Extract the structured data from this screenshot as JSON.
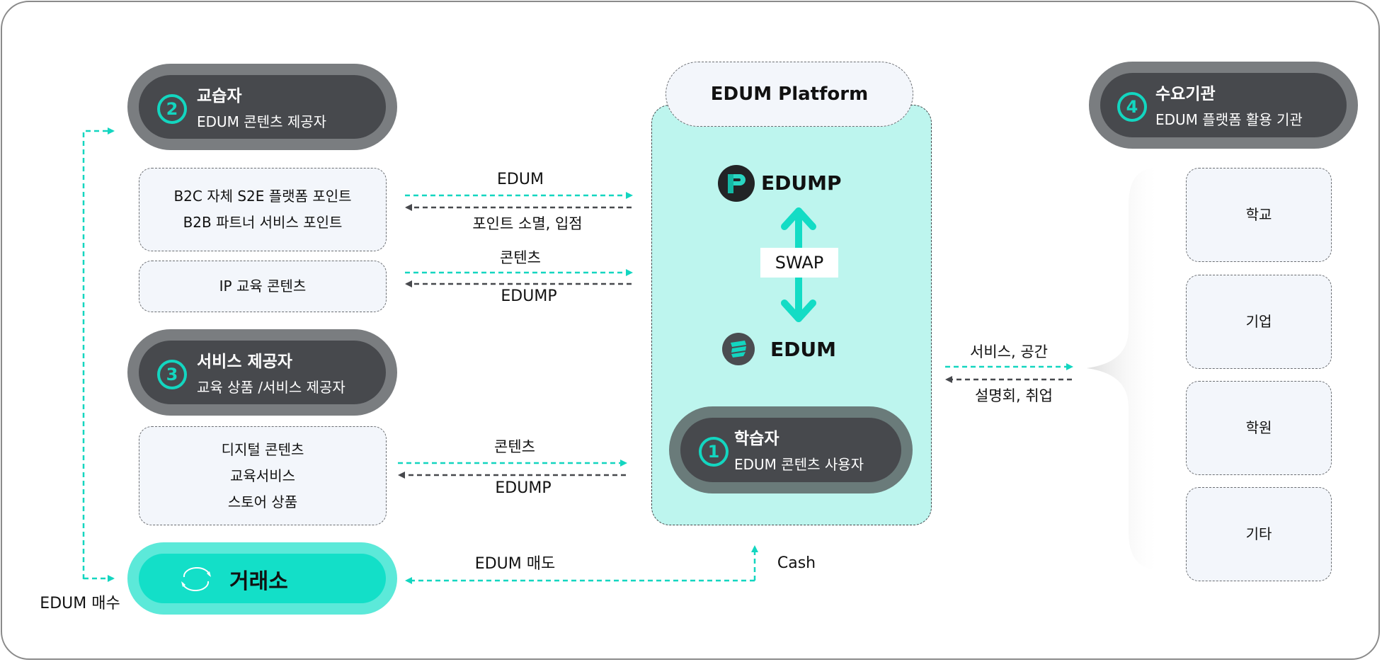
{
  "colors": {
    "accent": "#13d6c0",
    "dark_pill": "#47494d",
    "pill_ring": "#7a7d80",
    "platform_bg": "#bdf5ee",
    "box_bg": "#f3f6fb",
    "exchange": "#13dfc8"
  },
  "roles": {
    "learner": {
      "number": "1",
      "title": "학습자",
      "subtitle": "EDUM 콘텐츠 사용자"
    },
    "instructor": {
      "number": "2",
      "title": "교습자",
      "subtitle": "EDUM 콘텐츠 제공자"
    },
    "service_provider": {
      "number": "3",
      "title": "서비스 제공자",
      "subtitle": "교육 상품 /서비스 제공자"
    },
    "demand_org": {
      "number": "4",
      "title": "수요기관",
      "subtitle": "EDUM 플랫폼 활용 기관"
    }
  },
  "instructor_boxes": [
    {
      "lines": [
        "B2C 자체 S2E 플랫폼 포인트",
        "B2B 파트너 서비스 포인트"
      ]
    },
    {
      "lines": [
        "IP 교육 콘텐츠"
      ]
    }
  ],
  "provider_box": {
    "lines": [
      "디지털 콘텐츠",
      "교육서비스",
      "스토어 상품"
    ]
  },
  "platform": {
    "title": "EDUM Platform",
    "token_p": {
      "label": "EDUMP",
      "icon": "edump-logo-icon"
    },
    "swap_label": "SWAP",
    "token": {
      "label": "EDUM",
      "icon": "edum-logo-icon"
    }
  },
  "flows": {
    "points": {
      "to_platform": "EDUM",
      "from_platform": "포인트 소멸, 입점"
    },
    "ip": {
      "to_platform": "콘텐츠",
      "from_platform": "EDUMP"
    },
    "provider": {
      "to_platform": "콘텐츠",
      "from_platform": "EDUMP"
    },
    "demand": {
      "to_orgs": "서비스, 공간",
      "from_orgs": "설명회, 취업"
    },
    "exchange_sell": "EDUM 매도",
    "cash": "Cash",
    "exchange_buy": "EDUM 매수"
  },
  "exchange": {
    "label": "거래소",
    "icon": "exchange-cycle-icon"
  },
  "demand_orgs": [
    "학교",
    "기업",
    "학원",
    "기타"
  ]
}
